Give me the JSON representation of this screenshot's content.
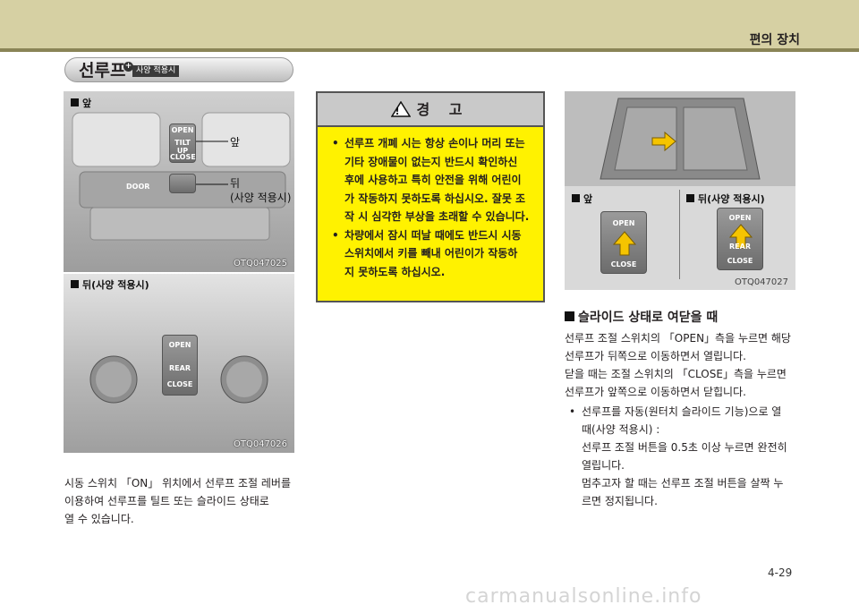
{
  "header": {
    "section": "편의 장치"
  },
  "heading": {
    "title": "선루프",
    "tag": "사양 적용시"
  },
  "left": {
    "photo1": {
      "label": "앞",
      "callout_front": "앞",
      "callout_rear": "뒤",
      "callout_rear_note": "(사양 적용시)",
      "code": "OTQ047025",
      "buttons": [
        "OPEN",
        "TILT UP",
        "CLOSE",
        "DOOR"
      ]
    },
    "photo2": {
      "label": "뒤(사양 적용시)",
      "code": "OTQ047026",
      "buttons": [
        "OPEN",
        "REAR",
        "CLOSE"
      ]
    },
    "paragraph": [
      "시동 스위치 「ON」 위치에서 선루프 조절 레버를",
      "이용하여 선루프를 틸트 또는 슬라이드 상태로",
      "열 수 있습니다."
    ]
  },
  "warning": {
    "title": "경 고",
    "items": [
      [
        "선루프 개폐 시는 항상 손이나 머리 또는",
        "기타 장애물이 없는지 반드시 확인하신",
        "후에 사용하고 특히 안전을 위해 어린이",
        "가 작동하지 못하도록 하십시오. 잘못 조",
        "작 시 심각한 부상을 초래할 수 있습니다."
      ],
      [
        "차량에서 잠시 떠날 때에도 반드시 시동",
        "스위치에서 키를 빼내 어린이가 작동하",
        "지 못하도록 하십시오."
      ]
    ]
  },
  "right": {
    "photo": {
      "label_front": "앞",
      "label_rear": "뒤(사양 적용시)",
      "code": "OTQ047027",
      "front_buttons": [
        "OPEN",
        "CLOSE"
      ],
      "rear_buttons": [
        "OPEN",
        "REAR",
        "CLOSE"
      ]
    },
    "subheading": "슬라이드 상태로 여닫을 때",
    "paragraph": [
      "선루프 조절 스위치의 「OPEN」측을 누르면 해당",
      "선루프가 뒤쪽으로 이동하면서 열립니다.",
      "닫을 때는 조절 스위치의 「CLOSE」측을 누르면",
      "선루프가 앞쪽으로 이동하면서 닫힙니다."
    ],
    "bullet": [
      "선루프를 자동(원터치 슬라이드 기능)으로 열",
      "때(사양 적용시) :",
      "선루프 조절 버튼을 0.5초 이상 누르면 완전히",
      "열립니다.",
      "멈추고자 할 때는 선루프 조절 버튼을 살짝 누",
      "르면 정지됩니다."
    ]
  },
  "footer": {
    "page": "4-29",
    "watermark": "carmanualsonline.info"
  },
  "colors": {
    "warning_bg": "#fff200",
    "header_bg": "#d6d0a3",
    "header_line": "#8a8456"
  }
}
